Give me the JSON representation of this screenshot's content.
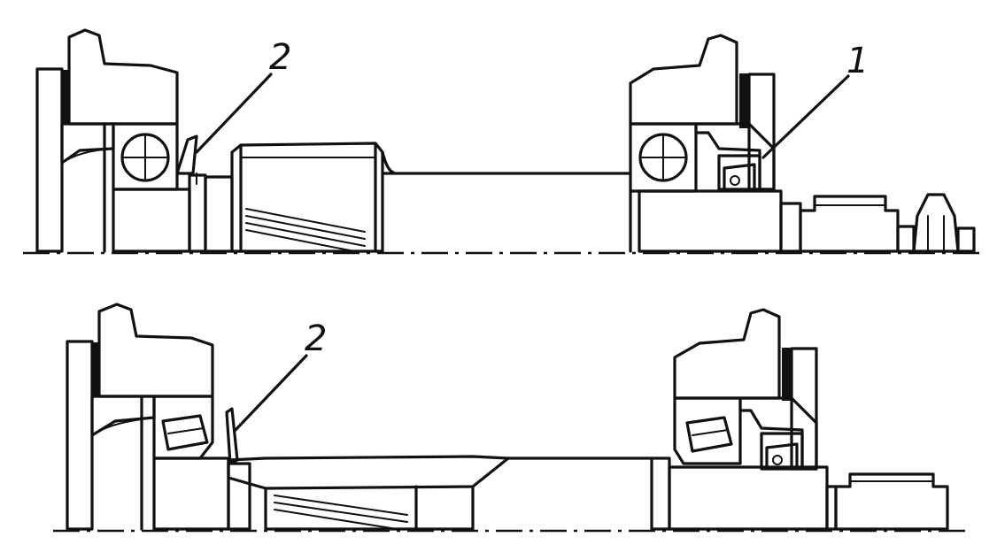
{
  "drawing": {
    "top_assembly": {
      "callouts": [
        {
          "id": "callout-2-top",
          "text": "2"
        },
        {
          "id": "callout-1-top",
          "text": "1"
        }
      ]
    },
    "bottom_assembly": {
      "callouts": [
        {
          "id": "callout-2-bottom",
          "text": "2"
        }
      ]
    }
  }
}
